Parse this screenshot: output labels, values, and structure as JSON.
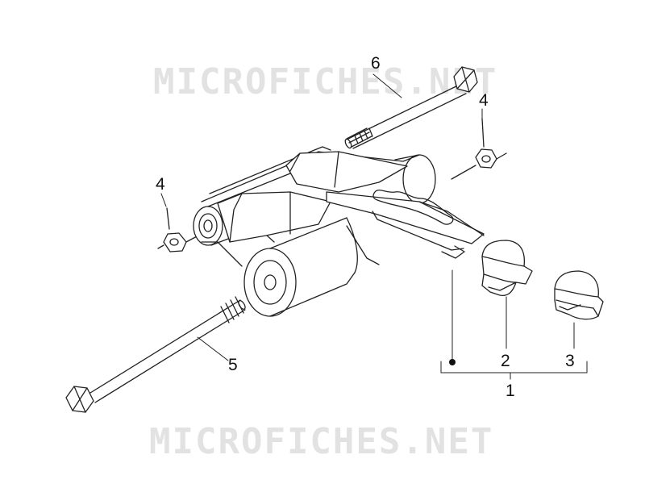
{
  "watermark": {
    "top_text": "MICROFICHES.NET",
    "bottom_text": "MICROFICHES.NET"
  },
  "callouts": {
    "c1": "1",
    "c2": "2",
    "c3": "3",
    "c4_left": "4",
    "c4_right": "4",
    "c5": "5",
    "c6": "6"
  }
}
